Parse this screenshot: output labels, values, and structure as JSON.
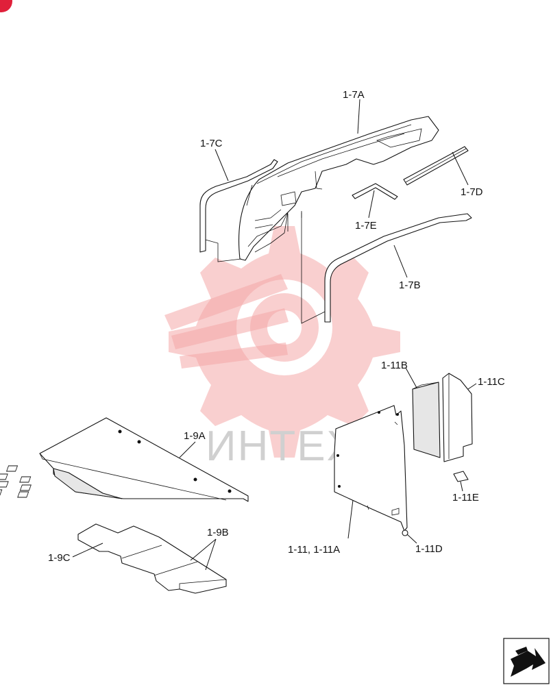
{
  "watermark": {
    "text": "ИНТЕХ",
    "color": "#f4a7a7"
  },
  "badge": {
    "color": "#e0203a"
  },
  "callouts": {
    "c_1_7A": "1-7A",
    "c_1_7B": "1-7B",
    "c_1_7C": "1-7C",
    "c_1_7D": "1-7D",
    "c_1_7E": "1-7E",
    "c_1_9A": "1-9A",
    "c_1_9B": "1-9B",
    "c_1_9C": "1-9C",
    "c_1_11": "1-11, 1-11A",
    "c_1_11B": "1-11B",
    "c_1_11C": "1-11C",
    "c_1_11D": "1-11D",
    "c_1_11E": "1-11E"
  },
  "nav": {
    "icon": "next-page-arrow-icon"
  }
}
